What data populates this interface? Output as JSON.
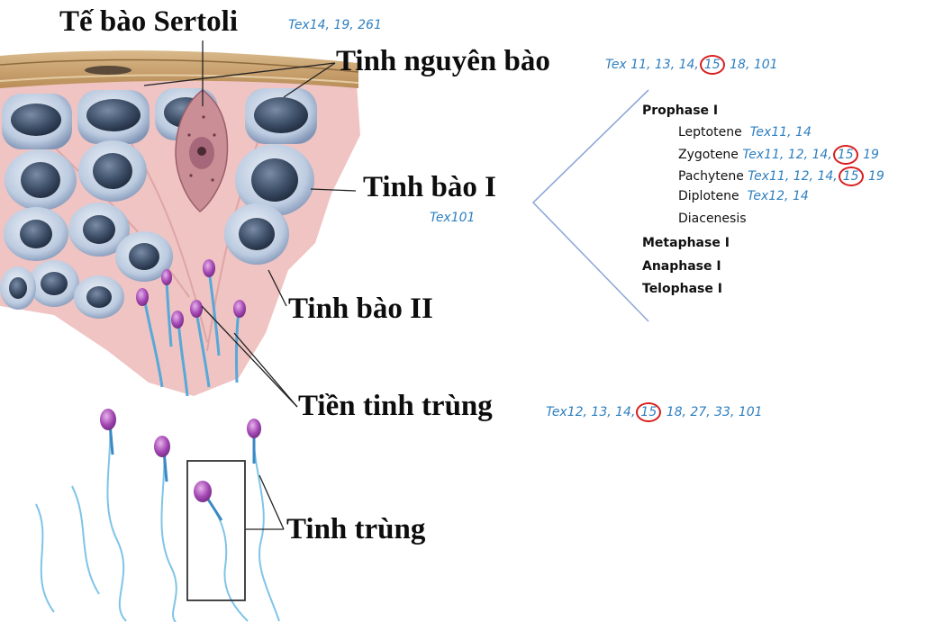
{
  "labels": {
    "sertoli": "Tế bào Sertoli",
    "spermatogonia": "Tinh nguyên bào",
    "spermatocyte1": "Tinh bào I",
    "spermatocyte2": "Tinh bào II",
    "spermatid": "Tiền tinh trùng",
    "sperm": "Tinh trùng"
  },
  "tex": {
    "sertoli": "Tex14, 19, 261",
    "spermatogonia": {
      "pre": "Tex 11,  13, 14,",
      "mark": "15",
      "post": " 18, 101"
    },
    "spermatocyte1": "Tex101",
    "spermatid": {
      "pre": "Tex12, 13, 14,",
      "mark": "15",
      "post": " 18, 27, 33, 101"
    }
  },
  "stages": {
    "prophase": "Prophase I",
    "leptotene": {
      "name": "Leptotene",
      "tex": "Tex11, 14"
    },
    "zygotene": {
      "name": "Zygotene",
      "pre": "Tex11, 12, 14,",
      "mark": "15",
      "post": " 19"
    },
    "pachytene": {
      "name": "Pachytene",
      "pre": "Tex11, 12, 14,",
      "mark": "15",
      "post": " 19"
    },
    "diplotene": {
      "name": "Diplotene",
      "tex": "Tex12, 14"
    },
    "diacenesis": "Diacenesis",
    "metaphase": "Metaphase I",
    "anaphase": "Anaphase I",
    "telophase": "Telophase I"
  },
  "colors": {
    "tex": "#2e7fc0",
    "highlight": "#d81e1e",
    "connector": "#8fa8d8"
  }
}
